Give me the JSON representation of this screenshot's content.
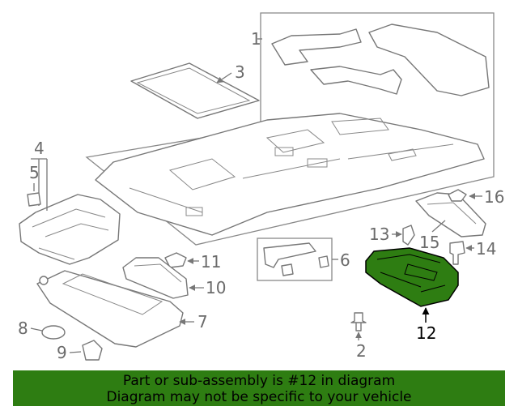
{
  "callouts": {
    "c1": "1",
    "c2": "2",
    "c3": "3",
    "c4": "4",
    "c5": "5",
    "c6": "6",
    "c7": "7",
    "c8": "8",
    "c9": "9",
    "c10": "10",
    "c11": "11",
    "c12": "12",
    "c13": "13",
    "c14": "14",
    "c15": "15",
    "c16": "16"
  },
  "highlight_color": "#2e7d12",
  "banner": {
    "line1": "Part or sub-assembly is #12 in diagram",
    "line2": "Diagram may not be specific to your vehicle"
  }
}
